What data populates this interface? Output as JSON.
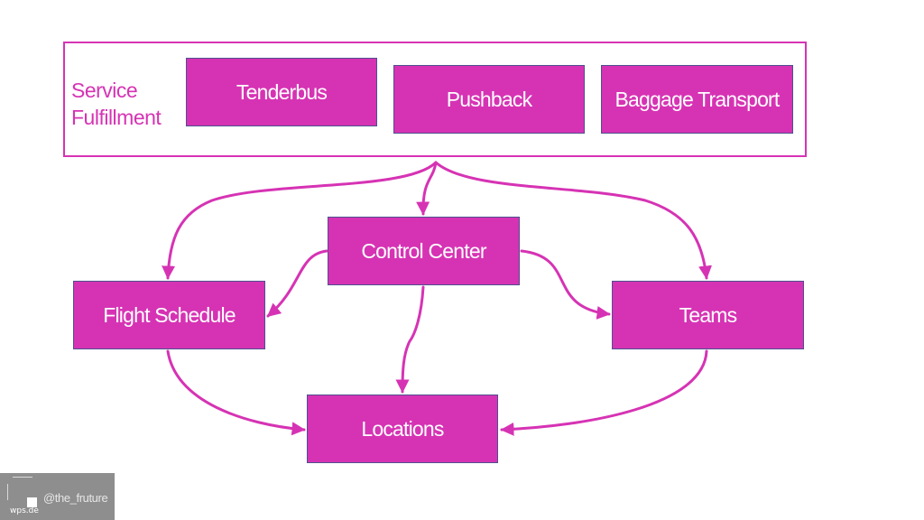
{
  "diagram": {
    "group": {
      "label": "Service\nFulfillment",
      "items": [
        {
          "label": "Tenderbus"
        },
        {
          "label": "Pushback"
        },
        {
          "label": "Baggage Transport"
        }
      ]
    },
    "nodes": {
      "control_center": "Control Center",
      "flight_schedule": "Flight Schedule",
      "teams": "Teams",
      "locations": "Locations"
    },
    "edges": [
      {
        "from": "Service Fulfillment",
        "to": "Flight Schedule"
      },
      {
        "from": "Service Fulfillment",
        "to": "Control Center"
      },
      {
        "from": "Service Fulfillment",
        "to": "Teams"
      },
      {
        "from": "Control Center",
        "to": "Flight Schedule"
      },
      {
        "from": "Control Center",
        "to": "Teams"
      },
      {
        "from": "Control Center",
        "to": "Locations"
      },
      {
        "from": "Flight Schedule",
        "to": "Locations"
      },
      {
        "from": "Teams",
        "to": "Locations"
      }
    ],
    "colors": {
      "box_fill": "#d633b4",
      "box_border": "#4f4f8f",
      "arrow": "#d633b4"
    }
  },
  "watermark": {
    "handle": "@the_fruture",
    "logo": "wps.de"
  }
}
